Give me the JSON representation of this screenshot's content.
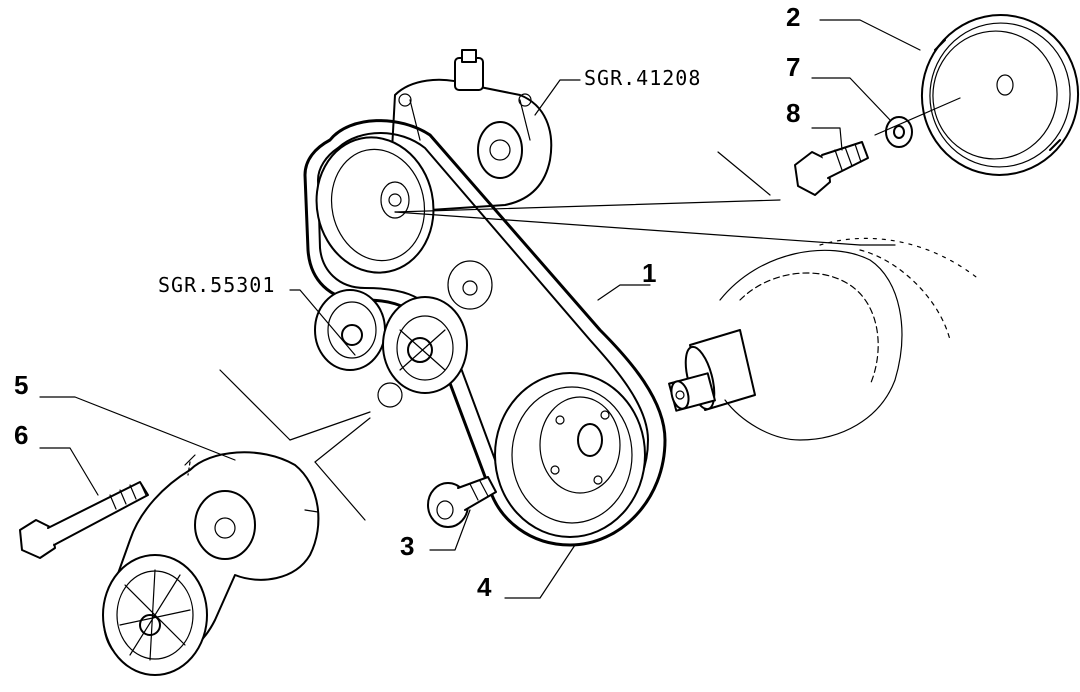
{
  "callouts": [
    {
      "id": "1",
      "text": "1"
    },
    {
      "id": "2",
      "text": "2"
    },
    {
      "id": "3",
      "text": "3"
    },
    {
      "id": "4",
      "text": "4"
    },
    {
      "id": "5",
      "text": "5"
    },
    {
      "id": "6",
      "text": "6"
    },
    {
      "id": "7",
      "text": "7"
    },
    {
      "id": "8",
      "text": "8"
    }
  ],
  "references": [
    {
      "id": "sgr-41208",
      "text": "SGR.41208"
    },
    {
      "id": "sgr-55301",
      "text": "SGR.55301"
    }
  ]
}
